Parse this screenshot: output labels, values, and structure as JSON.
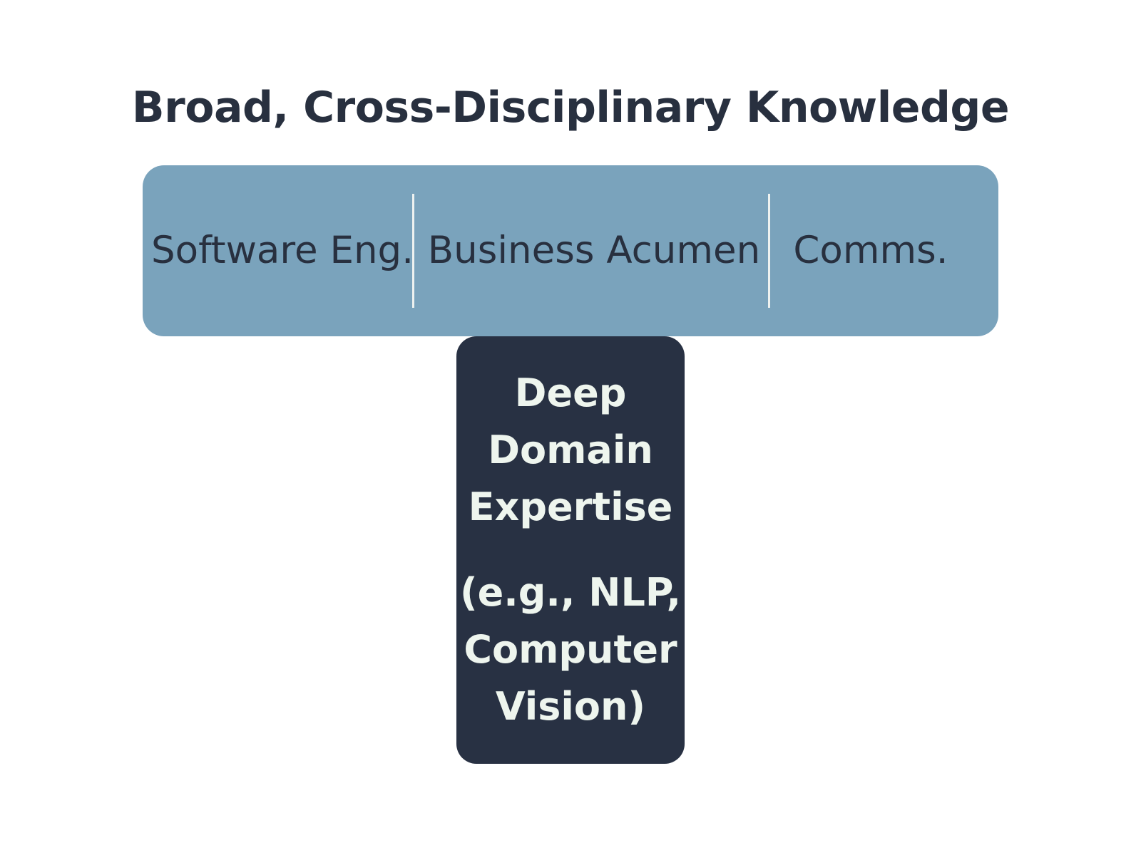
{
  "title": "Broad, Cross-Disciplinary Knowledge",
  "broad": {
    "segments": [
      {
        "label": "Software Eng."
      },
      {
        "label": "Business Acumen"
      },
      {
        "label": "Comms."
      }
    ]
  },
  "deep": {
    "lines": [
      "Deep",
      "Domain",
      "Expertise"
    ],
    "example_lines": [
      "(e.g., NLP,",
      "Computer",
      "Vision)"
    ]
  },
  "colors": {
    "title": "#28303f",
    "bar": "#7aa3bc",
    "stem": "#283143",
    "stem_text": "#eef5ee",
    "divider": "#eef2f0"
  }
}
